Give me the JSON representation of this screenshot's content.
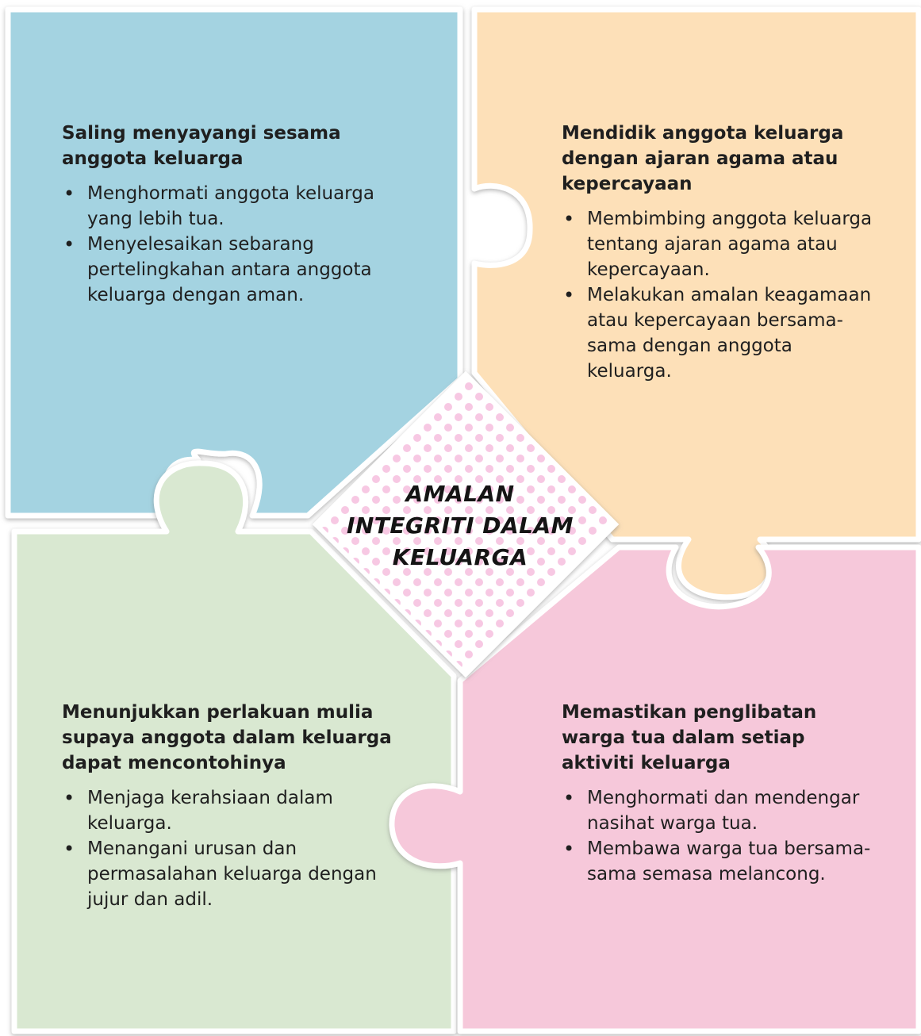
{
  "center_title": [
    "AMALAN",
    "INTEGRITI DALAM",
    "KELUARGA"
  ],
  "colors": {
    "top_left": "#a4d3e1",
    "top_right": "#fde0b8",
    "bottom_left": "#d9e8d1",
    "bottom_right": "#f6c8da",
    "center_dots": "#f7c8e3"
  },
  "pieces": {
    "top_left": {
      "heading": "Saling menyayangi sesama anggota keluarga",
      "bullets": [
        "Menghormati anggota keluarga yang lebih tua.",
        "Menyelesaikan sebarang pertelingkahan antara anggota keluarga dengan aman."
      ]
    },
    "top_right": {
      "heading": "Mendidik anggota keluarga dengan ajaran agama atau kepercayaan",
      "bullets": [
        "Membimbing anggota keluarga tentang ajaran agama atau kepercayaan.",
        "Melakukan amalan keagamaan atau kepercayaan bersama-sama dengan anggota keluarga."
      ]
    },
    "bottom_left": {
      "heading": "Menunjukkan perlakuan mulia supaya anggota dalam keluarga dapat mencontohinya",
      "bullets": [
        "Menjaga kerahsiaan dalam keluarga.",
        "Menangani urusan dan permasalahan keluarga dengan jujur dan adil."
      ]
    },
    "bottom_right": {
      "heading": "Memastikan penglibatan warga tua dalam setiap aktiviti keluarga",
      "bullets": [
        "Menghormati dan mendengar nasihat warga tua.",
        "Membawa warga tua bersama-sama semasa melancong."
      ]
    }
  }
}
